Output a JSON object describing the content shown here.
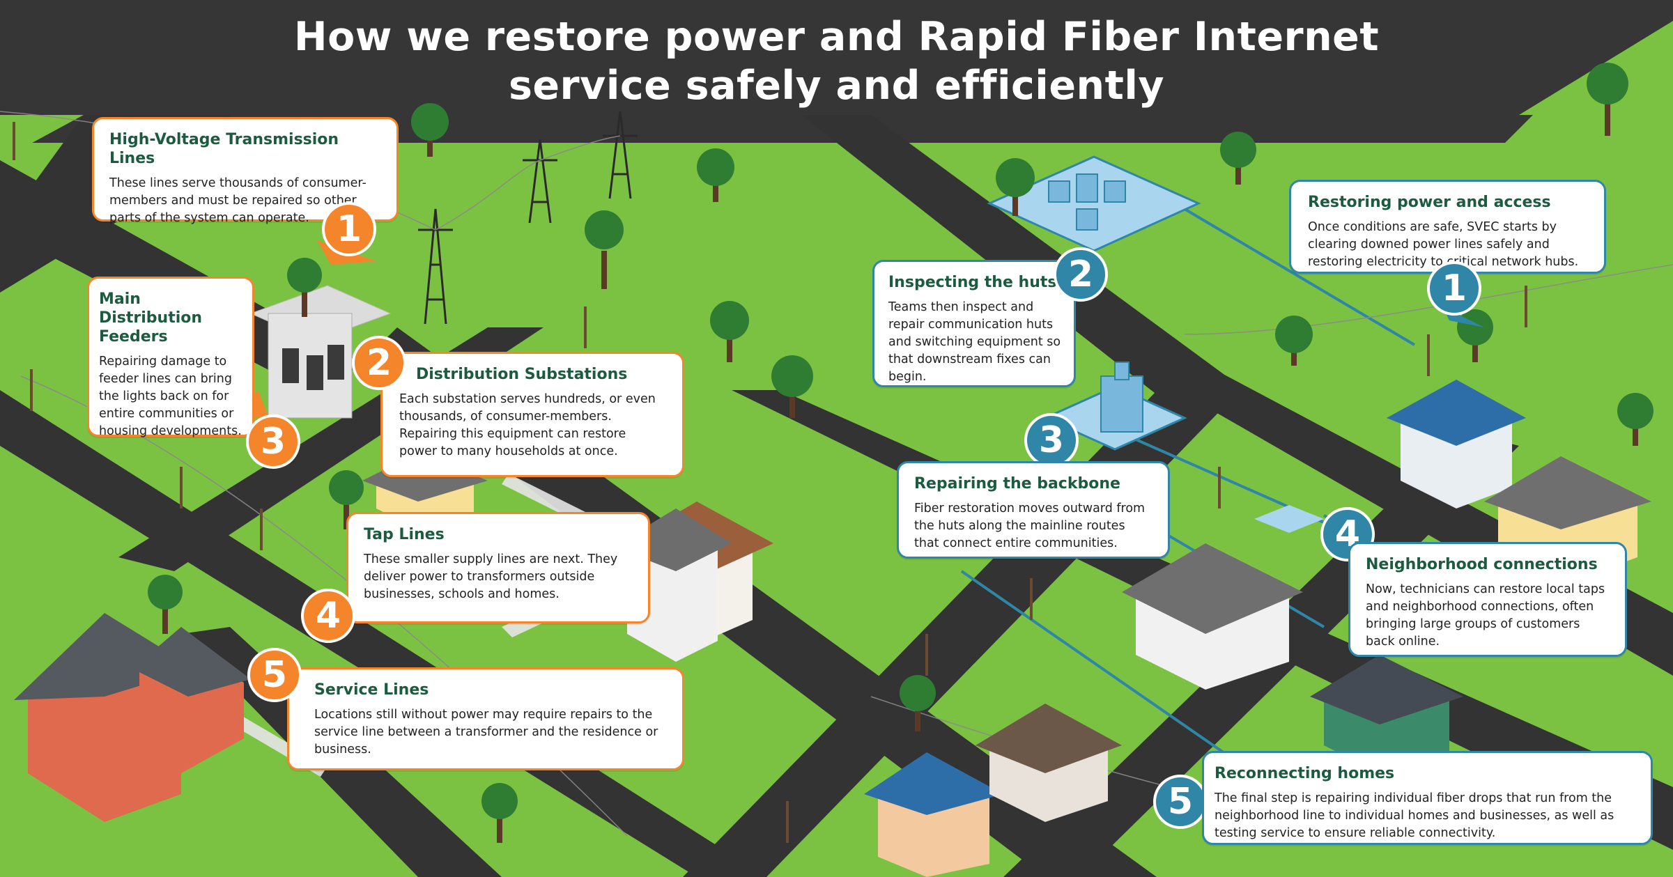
{
  "title": {
    "line1": "How we restore power and Rapid Fiber Internet",
    "line2": "service safely and efficiently"
  },
  "colors": {
    "grass": "#7cc242",
    "road": "#333333",
    "power_accent": "#f4852a",
    "fiber_accent": "#2f86a6",
    "heading": "#1c5b3f"
  },
  "power": {
    "steps": [
      {
        "number": "1",
        "title": "High-Voltage Transmission Lines",
        "text": "These lines serve thousands of consumer-members and must be repaired so other parts of the system can operate."
      },
      {
        "number": "2",
        "title": "Distribution Substations",
        "text": "Each substation serves hundreds, or even thousands, of consumer-members. Repairing this equipment can restore power to many households at once."
      },
      {
        "number": "3",
        "title": "Main Distribution Feeders",
        "text": "Repairing damage to feeder lines can bring the lights back on for entire communities or housing developments."
      },
      {
        "number": "4",
        "title": "Tap Lines",
        "text": "These smaller supply lines are next. They deliver power to transformers outside businesses, schools and homes."
      },
      {
        "number": "5",
        "title": "Service Lines",
        "text": "Locations still without power may require repairs to the service line between a transformer and the residence or business."
      }
    ]
  },
  "fiber": {
    "steps": [
      {
        "number": "1",
        "title": "Restoring power and access",
        "text": "Once conditions are safe, SVEC starts by clearing downed power lines safely and restoring electricity to critical network hubs."
      },
      {
        "number": "2",
        "title": "Inspecting the huts",
        "text": "Teams then inspect and repair communication huts and switching equipment so that downstream fixes can begin."
      },
      {
        "number": "3",
        "title": "Repairing the backbone",
        "text": "Fiber restoration moves outward from the huts along the mainline routes that connect entire communities."
      },
      {
        "number": "4",
        "title": "Neighborhood connections",
        "text": "Now, technicians can restore local taps and neighborhood connections, often bringing large groups of customers back online."
      },
      {
        "number": "5",
        "title": "Reconnecting homes",
        "text": "The final step is repairing individual fiber drops that run from the neighborhood line to individual homes and businesses, as well as testing service to ensure reliable connectivity."
      }
    ]
  }
}
